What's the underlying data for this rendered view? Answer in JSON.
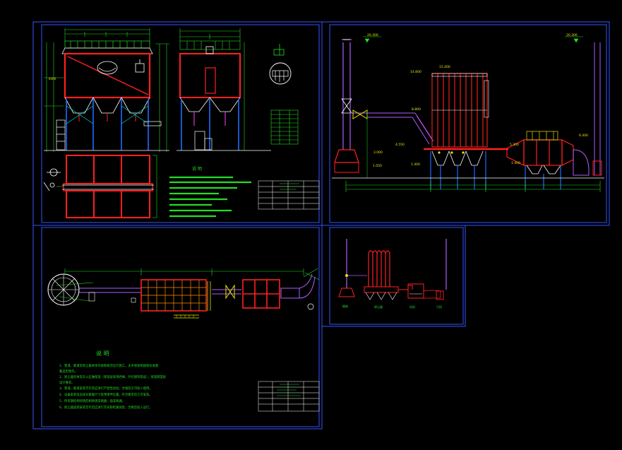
{
  "view": {
    "background": "#000000",
    "colors": {
      "frame": "#3355ff",
      "dust_red": "#ff2020",
      "steel_blue": "#1e6cff",
      "dim_green": "#22dd22",
      "dim_yellow": "#e6e600",
      "purple": "#b05cff",
      "magenta": "#ff44ff",
      "cyan": "#00e5e5",
      "white": "#ffffff",
      "gray": "#9a9a9a"
    }
  },
  "sheet1": {
    "notes_title": "说  明"
  },
  "sheet2": {
    "elev_left": "20.300",
    "elev_right": "20.300",
    "elev_top_a": "14.800",
    "elev_top_b": "15.400",
    "elev_mid_a": "8.800",
    "elev_mid_b": "4.550",
    "elev_low_a": "3.000",
    "elev_low_b": "1.050",
    "elev_low_c": "1.400",
    "elev_r1": "5.300",
    "elev_r2": "1.400",
    "elev_r3": "6.400"
  },
  "sheet3": {
    "notes_title": "说  明",
    "notes": [
      "1、管道、烟道及除尘器本体均按照规范设计施工，支吊架按照国家标准图",
      "  集选型制作。",
      "2、除尘器壳体及灰斗应做保温（保温层采用岩棉，外包镀锌铁皮），保温厚度按",
      "  设计要求。",
      "3、管道、烟道安装完毕后应进行严密性试验，合格后方可投入使用。",
      "4、设备安装前应核对基础尺寸及预埋件位置，符合要求后方可安装。",
      "5、所有钢结构除锈后刷防锈漆两遍，面漆两遍。",
      "6、除尘器滤袋安装完毕后应进行荧光粉检漏试验，合格后投入运行。"
    ]
  },
  "sheet4": {
    "label_chimney": "烟囱",
    "label_filter": "除尘器",
    "label_fan": "风机",
    "label_stack": "引风"
  }
}
